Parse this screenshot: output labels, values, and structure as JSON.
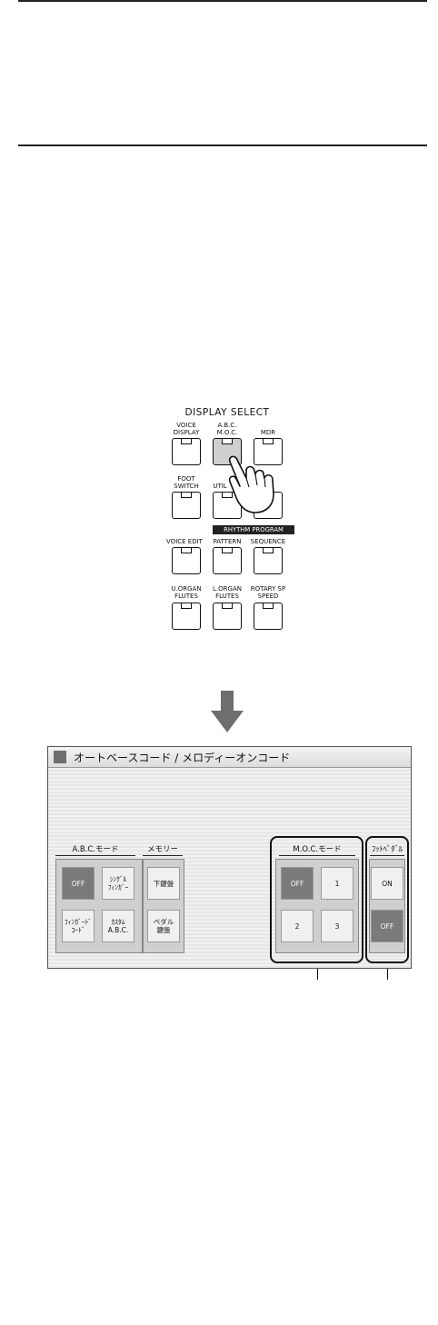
{
  "panel": {
    "title": "DISPLAY SELECT",
    "row1": [
      {
        "label": "VOICE\nDISPLAY"
      },
      {
        "label": "A.B.C.\nM.O.C.",
        "active": true
      },
      {
        "label": "MDR"
      }
    ],
    "row2": [
      {
        "label": "FOOT\nSWITCH"
      },
      {
        "label": "UTIL"
      }
    ],
    "rhythm_program": "RHYTHM PROGRAM",
    "row3": [
      {
        "label": "VOICE EDIT"
      },
      {
        "label": "PATTERN"
      },
      {
        "label": "SEQUENCE"
      }
    ],
    "row4": [
      {
        "label": "U.ORGAN\nFLUTES"
      },
      {
        "label": "L.ORGAN\nFLUTES"
      },
      {
        "label": "ROTARY SP\nSPEED"
      }
    ]
  },
  "screen": {
    "title": "オートベースコード / メロディーオンコード",
    "abc_mode": {
      "label": "A.B.C.モード",
      "buttons": [
        "OFF",
        "ｼﾝｸﾞﾙ\nﾌｨﾝｶﾞｰ",
        "ﾌｨﾝｶﾞｰﾄﾞ\nｺｰﾄﾞ",
        "ｶｽﾀﾑ\nA.B.C."
      ],
      "selected": "OFF"
    },
    "memory": {
      "label": "メモリー",
      "buttons": [
        "下鍵盤",
        "ペダル\n鍵盤"
      ]
    },
    "moc_mode": {
      "label": "M.O.C.モード",
      "buttons": [
        "OFF",
        "1",
        "2",
        "3"
      ],
      "selected": "OFF"
    },
    "foot_pedal": {
      "label": "ﾌｯﾄﾍﾟﾀﾞﾙ",
      "buttons": [
        "ON",
        "OFF"
      ],
      "selected": "OFF"
    }
  },
  "colors": {
    "selected_button": "#7a7a7a",
    "panel_bg": "#cfcfcf",
    "active_hw_button": "#cfcfcf"
  }
}
